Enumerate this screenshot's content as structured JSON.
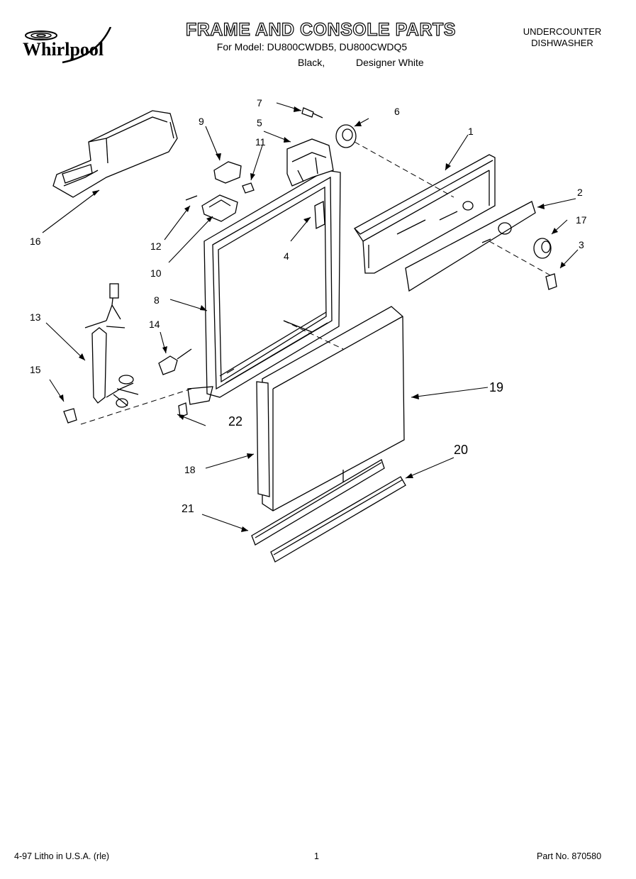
{
  "brand": {
    "name": "Whirlpool"
  },
  "header": {
    "title": "FRAME AND CONSOLE PARTS",
    "model_line": "For Model: DU800CWDB5, DU800CWDQ5",
    "color_1": "Black,",
    "color_2": "Designer White",
    "product_type": "UNDERCOUNTER",
    "product_name": "DISHWASHER"
  },
  "callouts": {
    "c1": "1",
    "c2": "2",
    "c3": "3",
    "c4": "4",
    "c5": "5",
    "c6": "6",
    "c7": "7",
    "c8": "8",
    "c9": "9",
    "c10": "10",
    "c11": "11",
    "c12": "12",
    "c13": "13",
    "c14": "14",
    "c15": "15",
    "c16": "16",
    "c17": "17",
    "c18": "18",
    "c19": "19",
    "c20": "20",
    "c21": "21",
    "c22": "22"
  },
  "footer": {
    "print_info": "4-97 Litho in U.S.A. (rle)",
    "page_number": "1",
    "part_number": "Part No. 870580"
  }
}
